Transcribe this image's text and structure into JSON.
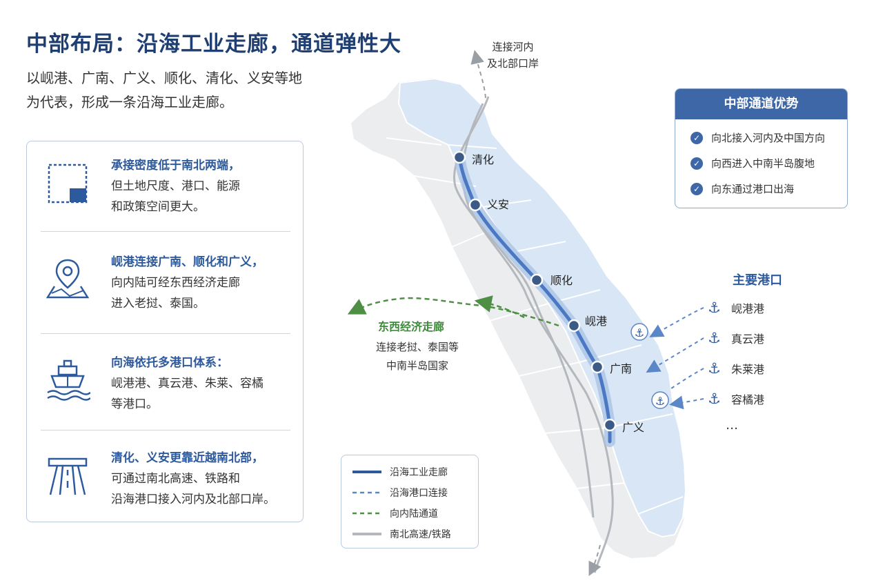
{
  "title": "中部布局：沿海工业走廊，通道弹性大",
  "subtitle": [
    "以岘港、广南、广义、顺化、清化、义安等地",
    "为代表，形成一条沿海工业走廊。"
  ],
  "features": [
    {
      "icon": "land-plot-icon",
      "highlight": "承接密度低于南北两端，",
      "lines": [
        "但土地尺度、港口、能源",
        "和政策空间更大。"
      ]
    },
    {
      "icon": "map-pin-icon",
      "highlight": "岘港连接广南、顺化和广义，",
      "lines": [
        "向内陆可经东西经济走廊",
        "进入老挝、泰国。"
      ]
    },
    {
      "icon": "ship-icon",
      "highlight": "向海依托多港口体系：",
      "lines": [
        "岘港港、真云港、朱莱、容橘",
        "等港口。"
      ]
    },
    {
      "icon": "highway-icon",
      "highlight": "清化、义安更靠近越南北部，",
      "lines": [
        "可通过南北高速、铁路和",
        "沿海港口接入河内及北部口岸。"
      ]
    }
  ],
  "corridor_box": {
    "title": "中部通道优势",
    "items": [
      "向北接入河内及中国方向",
      "向西进入中南半岛腹地",
      "向东通过港口出海"
    ]
  },
  "ports": {
    "title": "主要港口",
    "items": [
      "岘港港",
      "真云港",
      "朱莱港",
      "容橘港"
    ],
    "more": "…"
  },
  "map": {
    "north_note": [
      "连接河内",
      "及北部口岸"
    ],
    "cities": [
      "清化",
      "义安",
      "顺化",
      "岘港",
      "广南",
      "广义"
    ],
    "ew_corridor": {
      "title": "东西经济走廊",
      "desc": [
        "连接老挝、泰国等",
        "中南半岛国家"
      ]
    }
  },
  "legend": [
    {
      "label": "沿海工业走廊",
      "style": "solid-blue"
    },
    {
      "label": "沿海港口连接",
      "style": "dashed-blue"
    },
    {
      "label": "向内陆通道",
      "style": "dashed-green"
    },
    {
      "label": "南北高速/铁路",
      "style": "solid-gray"
    }
  ],
  "colors": {
    "primary": "#2d5a9c",
    "corridor": "#4a78c2",
    "inland": "#4f8f45",
    "road": "#b4b8bd"
  }
}
